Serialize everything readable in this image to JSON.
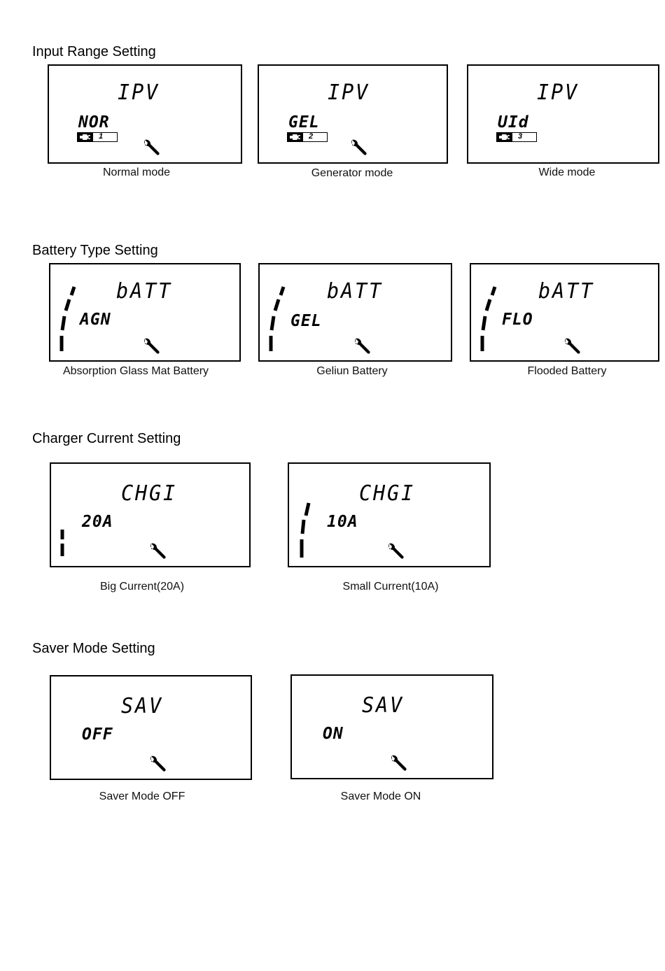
{
  "sections": [
    {
      "title": "Input Range Setting",
      "panels": [
        {
          "code": "IPV",
          "value": "NOR",
          "range_number": "1",
          "caption": "Normal mode"
        },
        {
          "code": "IPV",
          "value": "GEL",
          "range_number": "2",
          "caption": "Generator mode"
        },
        {
          "code": "IPV",
          "value": "UId",
          "range_number": "3",
          "caption": "Wide mode"
        }
      ]
    },
    {
      "title": "Battery Type Setting",
      "panels": [
        {
          "code": "bATT",
          "value": "AGN",
          "caption": "Absorption Glass Mat Battery"
        },
        {
          "code": "bATT",
          "value": "GEL",
          "caption": "Geliun Battery"
        },
        {
          "code": "bATT",
          "value": "FLO",
          "caption": "Flooded Battery"
        }
      ]
    },
    {
      "title": "Charger Current Setting",
      "panels": [
        {
          "code": "CHGI",
          "value": "20A",
          "caption": "Big Current(20A)"
        },
        {
          "code": "CHGI",
          "value": "10A",
          "caption": "Small Current(10A)"
        }
      ]
    },
    {
      "title": "Saver Mode Setting",
      "panels": [
        {
          "code": "SAV",
          "value": "OFF",
          "caption": "Saver Mode OFF"
        },
        {
          "code": "SAV",
          "value": "ON",
          "caption": "Saver Mode ON"
        }
      ]
    }
  ],
  "icons": {
    "wrench": "wrench-icon",
    "plug": "plug-icon",
    "level_bar": "level-bar-icon"
  }
}
